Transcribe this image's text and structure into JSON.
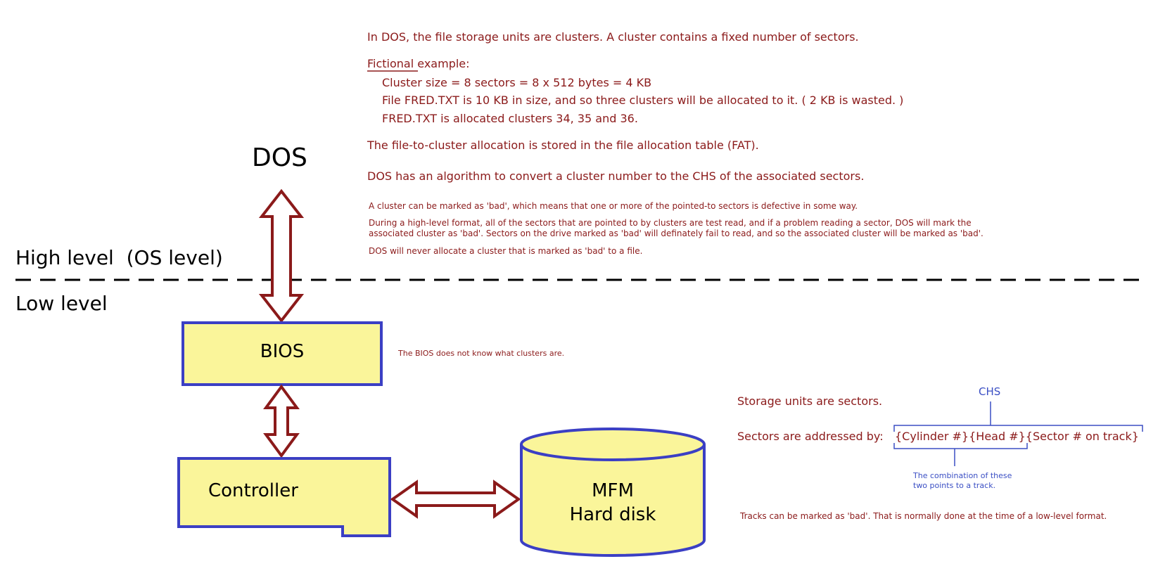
{
  "colors": {
    "text_red": "#8b1a1a",
    "box_fill": "#faf59a",
    "box_stroke": "#3b3fc4",
    "arrow": "#8b1a1a",
    "annotation_blue": "#3b4fc4"
  },
  "labels": {
    "dos": "DOS",
    "high_level": "High level  (OS level)",
    "low_level": "Low level",
    "bios": "BIOS",
    "controller": "Controller",
    "disk_line1": "MFM",
    "disk_line2": "Hard disk"
  },
  "dos_notes": {
    "line1": "In DOS, the file storage units are clusters. A cluster contains a fixed number of sectors.",
    "example_word": "Fictional",
    "example_rest": " example:",
    "ex1": "Cluster size = 8 sectors = 8 x 512 bytes = 4 KB",
    "ex2": "File FRED.TXT is 10 KB in size, and so three clusters will be allocated to it. ( 2 KB is wasted. )",
    "ex3": "FRED.TXT is allocated clusters 34, 35 and 36.",
    "fat": "The file-to-cluster allocation is stored in the file allocation table (FAT).",
    "algo": "DOS has an algorithm to convert a cluster number to the CHS of the associated sectors.",
    "bad1": "A cluster can be marked as 'bad', which means that one or more of the pointed-to sectors is defective in some way.",
    "bad2a": "During a high-level format, all of the sectors that are pointed to by clusters are test read, and if a problem reading a sector, DOS will mark the",
    "bad2b": "associated cluster as 'bad'. Sectors on the drive marked as 'bad' will definately fail to read, and so the associated cluster will be marked as 'bad'.",
    "bad3": "DOS will never allocate a cluster that is marked as 'bad' to a file."
  },
  "bios_note": "The BIOS does not know what clusters are.",
  "low_notes": {
    "storage": "Storage units are sectors.",
    "addressed_prefix": "Sectors are addressed by:",
    "address_fields": "{Cylinder #}{Head #}{Sector # on track}",
    "chs": "CHS",
    "combo1": "The combination of these",
    "combo2": "two points to a track.",
    "tracks": "Tracks can be marked as 'bad'. That is normally done at the time of a low-level format."
  }
}
